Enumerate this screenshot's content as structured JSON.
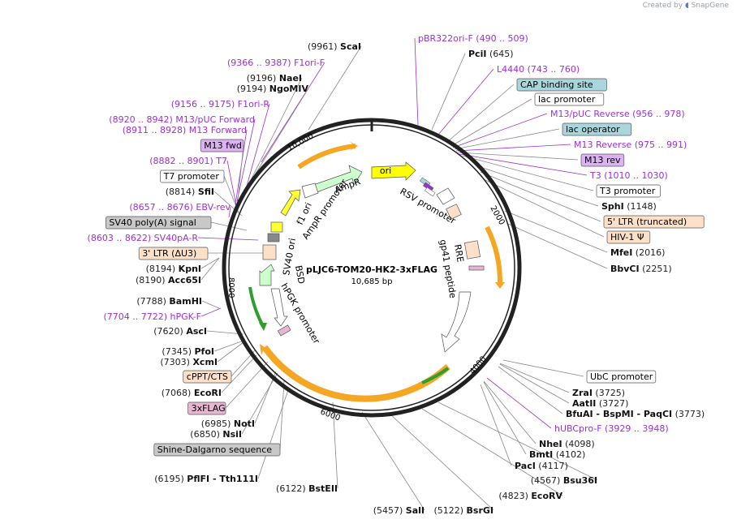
{
  "watermark": {
    "prefix": "Created by",
    "brand": "SnapGene"
  },
  "plasmid": {
    "name": "pLJC6-TOM20-HK2-3xFLAG",
    "length": "10,685 bp"
  },
  "tick_labels": [
    "10,000",
    "2000",
    "4000",
    "6000",
    "8000"
  ],
  "colors": {
    "primer": "#9b30d9",
    "orange_feature": "#f5a623",
    "green_feature": "#2e9e2e",
    "promoter_fill": "#ffffff",
    "ori_fill": "#ffff00",
    "ampr_fill": "#ccffcc",
    "f1_fill": "#ffff33",
    "ltr_fill": "#fde0c8",
    "teal_box": "#a9d6dd",
    "pink_box": "#e7b6d2",
    "grey_box": "#c8c8c8"
  },
  "labels_left": [
    {
      "coord": "(9961)",
      "name": "ScaI",
      "kind": "site"
    },
    {
      "coord": "(9366 .. 9387)",
      "name": "F1ori-F",
      "kind": "primer"
    },
    {
      "coord": "(9196)",
      "name": "NaeI",
      "kind": "site"
    },
    {
      "coord": "(9194)",
      "name": "NgoMIV",
      "kind": "site"
    },
    {
      "coord": "(9156 .. 9175)",
      "name": "F1ori-R",
      "kind": "primer"
    },
    {
      "coord": "(8920 .. 8942)",
      "name": "M13/pUC Forward",
      "kind": "primer"
    },
    {
      "coord": "(8911 .. 8928)",
      "name": "M13 Forward",
      "kind": "primer"
    },
    {
      "coord": "",
      "name": "M13 fwd",
      "kind": "box-purple"
    },
    {
      "coord": "(8882 .. 8901)",
      "name": "T7",
      "kind": "primer"
    },
    {
      "coord": "",
      "name": "T7 promoter",
      "kind": "box-white"
    },
    {
      "coord": "(8814)",
      "name": "SfiI",
      "kind": "site"
    },
    {
      "coord": "(8657 .. 8676)",
      "name": "EBV-rev",
      "kind": "primer"
    },
    {
      "coord": "",
      "name": "SV40 poly(A) signal",
      "kind": "box-grey"
    },
    {
      "coord": "(8603 .. 8622)",
      "name": "SV40pA-R",
      "kind": "primer"
    },
    {
      "coord": "",
      "name": "3' LTR (ΔU3)",
      "kind": "box-orange"
    },
    {
      "coord": "(8194)",
      "name": "KpnI",
      "kind": "site"
    },
    {
      "coord": "(8190)",
      "name": "Acc65I",
      "kind": "site"
    },
    {
      "coord": "(7788)",
      "name": "BamHI",
      "kind": "site"
    },
    {
      "coord": "(7704 .. 7722)",
      "name": "hPGK-F",
      "kind": "primer"
    },
    {
      "coord": "(7620)",
      "name": "AscI",
      "kind": "site"
    },
    {
      "coord": "(7345)",
      "name": "PfoI",
      "kind": "site"
    },
    {
      "coord": "(7303)",
      "name": "XcmI",
      "kind": "site"
    },
    {
      "coord": "",
      "name": "cPPT/CTS",
      "kind": "box-orange"
    },
    {
      "coord": "(7068)",
      "name": "EcoRI",
      "kind": "site"
    },
    {
      "coord": "",
      "name": "3xFLAG",
      "kind": "box-pink"
    },
    {
      "coord": "(6985)",
      "name": "NotI",
      "kind": "site"
    },
    {
      "coord": "(6850)",
      "name": "NsiI",
      "kind": "site"
    },
    {
      "coord": "",
      "name": "Shine-Dalgarno sequence",
      "kind": "box-grey"
    },
    {
      "coord": "(6195)",
      "name": "PflFI  -  Tth111I",
      "kind": "site"
    },
    {
      "coord": "(6122)",
      "name": "BstEII",
      "kind": "site"
    },
    {
      "coord": "(5457)",
      "name": "SalI",
      "kind": "site"
    },
    {
      "coord": "(5122)",
      "name": "BsrGI",
      "kind": "site"
    },
    {
      "coord": "(4823)",
      "name": "EcoRV",
      "kind": "site"
    },
    {
      "coord": "(4567)",
      "name": "Bsu36I",
      "kind": "site"
    }
  ],
  "labels_right": [
    {
      "coord": "(490 .. 509)",
      "name": "pBR322ori-F",
      "kind": "primer"
    },
    {
      "coord": "(645)",
      "name": "PciI",
      "kind": "site"
    },
    {
      "coord": "(743 .. 760)",
      "name": "L4440",
      "kind": "primer"
    },
    {
      "coord": "",
      "name": "CAP binding site",
      "kind": "box-teal"
    },
    {
      "coord": "",
      "name": "lac promoter",
      "kind": "box-white"
    },
    {
      "coord": "(956 .. 978)",
      "name": "M13/pUC Reverse",
      "kind": "primer"
    },
    {
      "coord": "",
      "name": "lac operator",
      "kind": "box-teal"
    },
    {
      "coord": "(975 .. 991)",
      "name": "M13 Reverse",
      "kind": "primer"
    },
    {
      "coord": "",
      "name": "M13 rev",
      "kind": "box-purple"
    },
    {
      "coord": "(1010 .. 1030)",
      "name": "T3",
      "kind": "primer"
    },
    {
      "coord": "",
      "name": "T3 promoter",
      "kind": "box-white"
    },
    {
      "coord": "(1148)",
      "name": "SphI",
      "kind": "site"
    },
    {
      "coord": "",
      "name": "5' LTR (truncated)",
      "kind": "box-orange"
    },
    {
      "coord": "",
      "name": "HIV-1 Ψ",
      "kind": "box-orange"
    },
    {
      "coord": "(2016)",
      "name": "MfeI",
      "kind": "site"
    },
    {
      "coord": "(2251)",
      "name": "BbvCI",
      "kind": "site"
    },
    {
      "coord": "",
      "name": "UbC promoter",
      "kind": "box-white"
    },
    {
      "coord": "(3725)",
      "name": "ZraI",
      "kind": "site"
    },
    {
      "coord": "(3727)",
      "name": "AatII",
      "kind": "site"
    },
    {
      "coord": "(3773)",
      "name": "BfuAI  -  BspMI  -  PaqCI",
      "kind": "site"
    },
    {
      "coord": "(3929 .. 3948)",
      "name": "hUBCpro-F",
      "kind": "primer"
    },
    {
      "coord": "(4098)",
      "name": "NheI",
      "kind": "site"
    },
    {
      "coord": "(4102)",
      "name": "BmtI",
      "kind": "site"
    },
    {
      "coord": "(4117)",
      "name": "PacI",
      "kind": "site"
    }
  ],
  "inner_labels": [
    "ori",
    "AmpR",
    "AmpR promoter",
    "f1 ori",
    "SV40 ori",
    "RSV promoter",
    "RRE",
    "gp41 peptide",
    "BSD",
    "hPGK promoter"
  ]
}
